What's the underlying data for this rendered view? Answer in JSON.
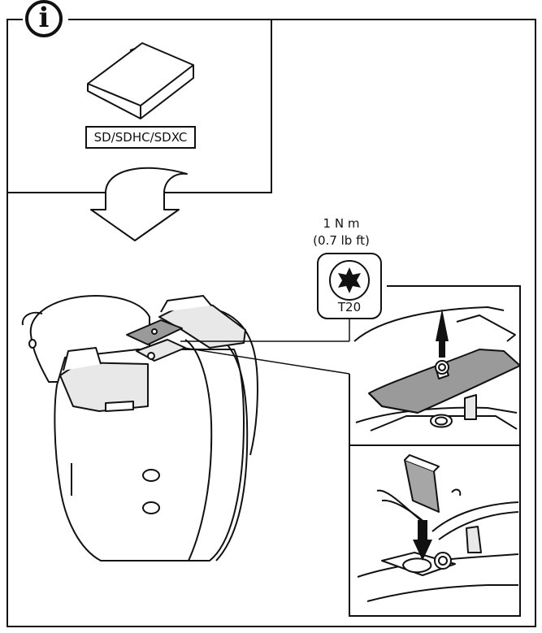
{
  "info_badge": {
    "letter": "i",
    "icon": "info-icon"
  },
  "sd_card": {
    "label": "SD/SDHC/SDXC",
    "icon": "sd-card-icon"
  },
  "torque": {
    "value": "1 N m",
    "imperial": "(0.7 lb ft)"
  },
  "tool": {
    "label": "T20",
    "icon": "torx-bit-icon"
  },
  "colors": {
    "line": "#111111",
    "panel": "#e8e8e8",
    "plate": "#9a9a9a",
    "card": "#a6a6a6",
    "body": "#ffffff"
  }
}
